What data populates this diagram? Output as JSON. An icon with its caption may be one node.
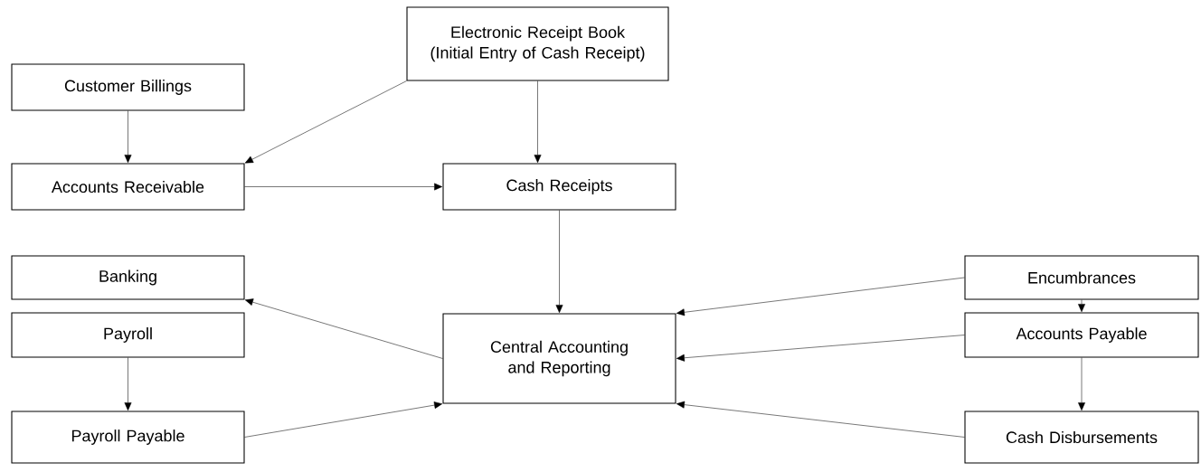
{
  "diagram": {
    "nodes": [
      {
        "text": [
          "Electronic Receipt Book (Initial Entry of Cash Receipt)"
        ]
      },
      {
        "text": [
          "Customer Billings"
        ]
      },
      {
        "text": [
          "Accounts Receivable"
        ]
      },
      {
        "text": [
          "Cash Receipts"
        ]
      },
      {
        "text": [
          "Banking"
        ]
      },
      {
        "text": [
          "Encumbrances"
        ]
      },
      {
        "text": [
          "Central Accounting and Reporting"
        ]
      },
      {
        "text": [
          "Payroll"
        ]
      },
      {
        "text": [
          "Accounts Payable"
        ]
      },
      {
        "text": [
          "Payroll Payable"
        ]
      },
      {
        "text": [
          "Cash Disbursements"
        ]
      }
    ],
    "edges": [
      {
        "from": 1,
        "to": 2,
        "arrow": "to"
      },
      {
        "from": 0,
        "to": 2,
        "arrow": "to"
      },
      {
        "from": 0,
        "to": 3,
        "arrow": "to"
      },
      {
        "from": 2,
        "to": 3,
        "arrow": "to"
      },
      {
        "from": 3,
        "to": 6,
        "arrow": "to"
      },
      {
        "from": 6,
        "to": 4,
        "arrow": "to"
      },
      {
        "from": 5,
        "to": 6,
        "arrow": "to"
      },
      {
        "from": 8,
        "to": 6,
        "arrow": "to"
      },
      {
        "from": 10,
        "to": 6,
        "arrow": "to"
      },
      {
        "from": 9,
        "to": 6,
        "arrow": "to"
      },
      {
        "from": 7,
        "to": 9,
        "arrow": "to"
      },
      {
        "from": 5,
        "to": 8,
        "arrow": "to"
      },
      {
        "from": 8,
        "to": 10,
        "arrow": "to"
      }
    ]
  }
}
